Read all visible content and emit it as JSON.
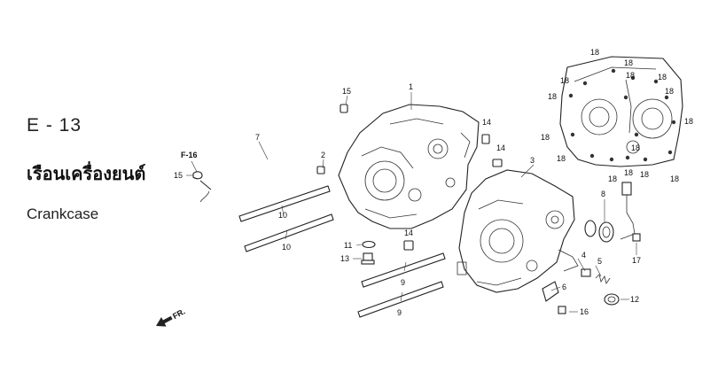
{
  "section": {
    "code": "E - 13",
    "title_thai": "เรือนเครื่องยนต์",
    "title_english": "Crankcase"
  },
  "reference": {
    "label": "F-16"
  },
  "direction_marker": {
    "label": "FR."
  },
  "callouts": {
    "c1": "1",
    "c2": "2",
    "c3": "3",
    "c4": "4",
    "c5": "5",
    "c6": "6",
    "c7": "7",
    "c8": "8",
    "c9a": "9",
    "c9b": "9",
    "c10a": "10",
    "c10b": "10",
    "c11": "11",
    "c12": "12",
    "c13": "13",
    "c14a": "14",
    "c14b": "14",
    "c14c": "14",
    "c15a": "15",
    "c15b": "15",
    "c16": "16",
    "c17": "17",
    "c18": [
      "18",
      "18",
      "18",
      "18",
      "18",
      "18",
      "18",
      "18",
      "18",
      "18",
      "18",
      "18",
      "18",
      "18",
      "18"
    ]
  }
}
